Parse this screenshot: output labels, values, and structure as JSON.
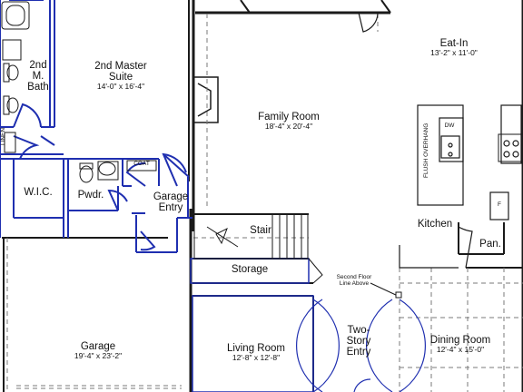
{
  "colors": {
    "wall": "#1a1a1a",
    "outline": "#1f2fb0",
    "dash": "#7a7a7a",
    "fill": "#ffffff"
  },
  "rooms": {
    "second_master_bath": {
      "line1": "2nd",
      "line2": "M.",
      "line3": "Bath"
    },
    "second_master_suite": {
      "line1": "2nd Master",
      "line2": "Suite",
      "dims": "14'-0\" x 16'-4\""
    },
    "family_room": {
      "name": "Family Room",
      "dims": "18'-4\" x 20'-4\""
    },
    "eat_in": {
      "name": "Eat-In",
      "dims": "13'-2\" x 11'-0\""
    },
    "wic": {
      "name": "W.I.C."
    },
    "powder": {
      "name": "Pwdr."
    },
    "garage_entry": {
      "line1": "Garage",
      "line2": "Entry"
    },
    "stair": {
      "name": "Stair"
    },
    "kitchen": {
      "name": "Kitchen"
    },
    "pantry": {
      "name": "Pan."
    },
    "storage": {
      "name": "Storage"
    },
    "garage": {
      "name": "Garage",
      "dims": "19'-4\" x 23'-2\""
    },
    "living_room": {
      "name": "Living Room",
      "dims": "12'-8\" x 12'-8\""
    },
    "two_story_entry": {
      "line1": "Two-",
      "line2": "Story",
      "line3": "Entry"
    },
    "dining_room": {
      "name": "Dining Room",
      "dims": "12'-4\" x 15'-0\""
    }
  },
  "annotations": {
    "linen": "LINEN",
    "coat": "COAT",
    "flush_overhang": "FLUSH OVERHANG",
    "dw": "DW",
    "fridge": "F",
    "second_floor_line1": "Second Floor",
    "second_floor_line2": "Line Above"
  }
}
